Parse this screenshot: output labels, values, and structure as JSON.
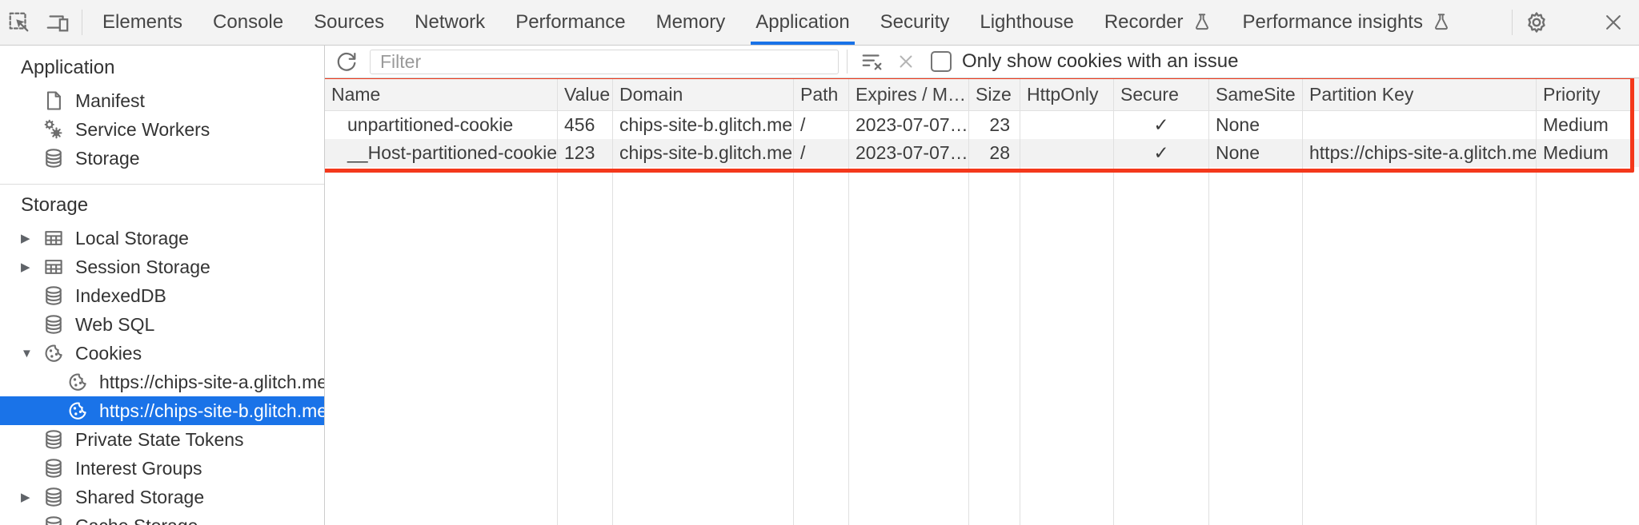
{
  "colors": {
    "accent_blue": "#1a73e8",
    "highlight_red": "#f4381b",
    "selected_row_bg": "#1a73e8",
    "selected_row_text": "#ffffff",
    "toolbar_bg": "#f3f3f3",
    "stripe_row_bg": "#f2f2f2"
  },
  "tabbar": {
    "tabs": [
      {
        "label": "Elements",
        "selected": false
      },
      {
        "label": "Console",
        "selected": false
      },
      {
        "label": "Sources",
        "selected": false
      },
      {
        "label": "Network",
        "selected": false
      },
      {
        "label": "Performance",
        "selected": false
      },
      {
        "label": "Memory",
        "selected": false
      },
      {
        "label": "Application",
        "selected": true
      },
      {
        "label": "Security",
        "selected": false
      },
      {
        "label": "Lighthouse",
        "selected": false
      },
      {
        "label": "Recorder",
        "selected": false,
        "experimental": true
      },
      {
        "label": "Performance insights",
        "selected": false,
        "experimental": true
      }
    ],
    "icons": {
      "inspect": "inspect-cursor",
      "device": "device-toolbar",
      "settings": "gear",
      "more": "kebab-menu",
      "close": "x"
    }
  },
  "sidebar": {
    "sections": [
      {
        "title": "Application",
        "items": [
          {
            "label": "Manifest",
            "icon": "file-icon"
          },
          {
            "label": "Service Workers",
            "icon": "gears-icon"
          },
          {
            "label": "Storage",
            "icon": "database-icon"
          }
        ]
      },
      {
        "title": "Storage",
        "items": [
          {
            "label": "Local Storage",
            "icon": "table-icon",
            "arrow": "closed"
          },
          {
            "label": "Session Storage",
            "icon": "table-icon",
            "arrow": "closed"
          },
          {
            "label": "IndexedDB",
            "icon": "database-icon"
          },
          {
            "label": "Web SQL",
            "icon": "database-icon"
          },
          {
            "label": "Cookies",
            "icon": "cookie-icon",
            "arrow": "open"
          },
          {
            "label": "https://chips-site-a.glitch.me",
            "icon": "cookie-icon",
            "child": true
          },
          {
            "label": "https://chips-site-b.glitch.me",
            "icon": "cookie-icon",
            "child": true,
            "selected": true
          },
          {
            "label": "Private State Tokens",
            "icon": "database-icon"
          },
          {
            "label": "Interest Groups",
            "icon": "database-icon"
          },
          {
            "label": "Shared Storage",
            "icon": "database-icon",
            "arrow": "closed"
          },
          {
            "label": "Cache Storage",
            "icon": "database-icon"
          }
        ]
      }
    ]
  },
  "toolbar": {
    "filter_placeholder": "Filter",
    "filter_value": "",
    "only_issues_label": "Only show cookies with an issue",
    "checkbox_checked": false
  },
  "cookie_table": {
    "columns": [
      "Name",
      "Value",
      "Domain",
      "Path",
      "Expires / M…",
      "Size",
      "HttpOnly",
      "Secure",
      "SameSite",
      "Partition Key",
      "Priority"
    ],
    "rows": [
      {
        "cells": [
          "unpartitioned-cookie",
          "456",
          "chips-site-b.glitch.me",
          "/",
          "2023-07-07…",
          "23",
          "",
          "✓",
          "None",
          "",
          "Medium"
        ]
      },
      {
        "cells": [
          "__Host-partitioned-cookie",
          "123",
          "chips-site-b.glitch.me",
          "/",
          "2023-07-07…",
          "28",
          "",
          "✓",
          "None",
          "https://chips-site-a.glitch.me",
          "Medium"
        ]
      }
    ]
  },
  "glyphs": {
    "arrow_closed": "▶",
    "arrow_open": "▼"
  }
}
